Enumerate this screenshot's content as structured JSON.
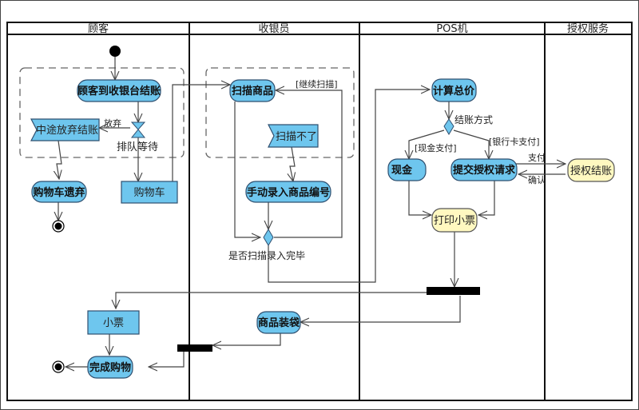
{
  "diagram": {
    "type": "UML activity diagram (swimlanes)",
    "colors": {
      "activity_fill": "#6ec6ee",
      "activity_stroke": "#2f4f6f",
      "external_fill": "#fff8c0",
      "lane_border": "#111111",
      "edge": "#444444",
      "bar": "#000000"
    },
    "lanes": [
      {
        "title": "顾客"
      },
      {
        "title": "收银员"
      },
      {
        "title": "POS机"
      },
      {
        "title": "授权服务"
      }
    ],
    "nodes": {
      "customer_checkout": "顾客到收银台结账",
      "abort_checkout": "中途放弃结账",
      "queue_wait": "排队等待",
      "cart_abandoned": "购物车遗弃",
      "shopping_cart": "购物车",
      "receipt_object": "小票",
      "finish_shopping": "完成购物",
      "scan_items": "扫描商品",
      "cannot_scan": "扫描不了",
      "manual_entry": "手动录入商品编号",
      "scan_done_question": "是否扫描录入完毕",
      "bag_items": "商品装袋",
      "compute_total": "计算总价",
      "payment_method": "结账方式",
      "cash": "现金",
      "submit_auth": "提交授权请求",
      "print_receipt": "打印小票",
      "authorize_checkout": "授权结账"
    },
    "edge_labels": {
      "give_up": "放弃",
      "continue_scan": "[继续扫描]",
      "cash_pay": "[现金支付]",
      "card_pay": "[银行卡支付]",
      "pay": "支付",
      "confirm": "确认"
    }
  }
}
